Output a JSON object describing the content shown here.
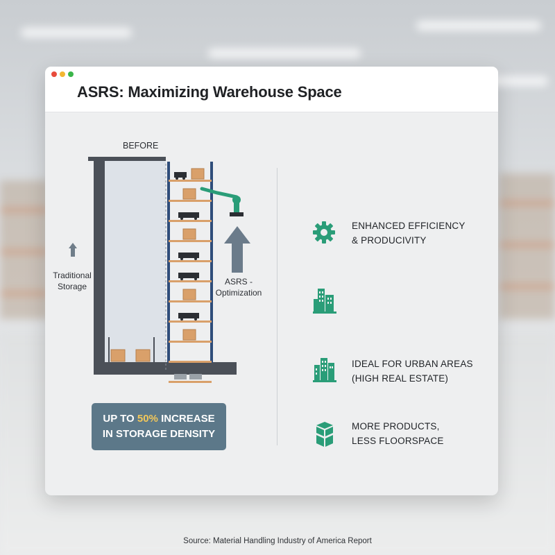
{
  "window": {
    "title": "ASRS: Maximizing Warehouse Space",
    "dot_colors": [
      "#e84b3c",
      "#f2b632",
      "#3bb54a"
    ]
  },
  "diagram": {
    "before_label": "BEFORE",
    "traditional_label_line1": "Traditional",
    "traditional_label_line2": "Storage",
    "asrs_label_line1": "ASRS -",
    "asrs_label_line2": "Optimization",
    "badge_line1_prefix": "UP TO ",
    "badge_percent": "50%",
    "badge_line1_suffix": " INCREASE",
    "badge_line2": "IN STORAGE DENSITY"
  },
  "features": [
    {
      "icon": "gear-icon",
      "line1": "ENHANCED EFFICIENCY",
      "line2": "& PRODUCIVITY"
    },
    {
      "icon": "buildings-icon",
      "line1": "",
      "line2": ""
    },
    {
      "icon": "city-buildings-icon",
      "line1": "IDEAL FOR URBAN AREAS",
      "line2": "(HIGH REAL ESTATE)"
    },
    {
      "icon": "boxes-icon",
      "line1": "MORE PRODUCTS,",
      "line2": "LESS FLOORSPACE"
    }
  ],
  "colors": {
    "accent_green": "#2a9d78",
    "badge_bg": "#5c7889",
    "badge_highlight": "#f2c75a",
    "rack_blue": "#2f4d7a",
    "box_orange": "#d9a06a"
  },
  "source": "Source: Material Handling Industry of America Report"
}
